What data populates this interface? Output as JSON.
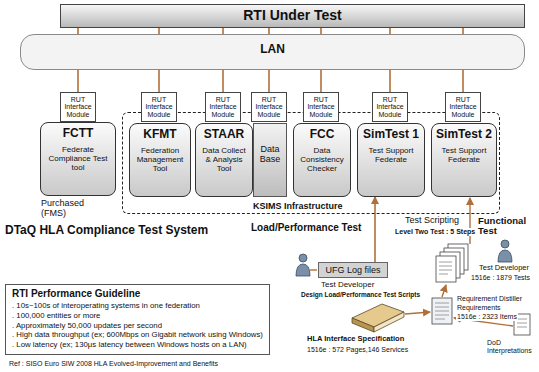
{
  "diagram": {
    "title": "DTaQ HLA Compliance Test System",
    "nodes": [
      {
        "text": [
          "RTI Under Test"
        ]
      },
      {
        "text": [
          "LAN"
        ]
      },
      {
        "text": [
          "RUT Interface Module"
        ]
      },
      {
        "text": [
          "RUT Interface Module"
        ]
      },
      {
        "text": [
          "RUT Interface Module"
        ]
      },
      {
        "text": [
          "RUT Interface Module"
        ]
      },
      {
        "text": [
          "RUT Interface Module"
        ]
      },
      {
        "text": [
          "RUT Interface Module"
        ]
      },
      {
        "text": [
          "RUT Interface Module"
        ]
      },
      {
        "text": [
          "FCTT",
          "Federate Compliance Test tool"
        ]
      },
      {
        "text": [
          "KSIMS Infrastructure"
        ]
      },
      {
        "text": [
          "KFMT",
          "Federation Management Tool"
        ],
        "in": 10
      },
      {
        "text": [
          "STAAR",
          "Data Collect & Analysis Tool"
        ],
        "in": 10
      },
      {
        "text": [
          "Data Base"
        ],
        "in": 10
      },
      {
        "text": [
          "FCC",
          "Data Consistency Checker"
        ],
        "in": 10
      },
      {
        "text": [
          "SimTest 1",
          "Test Support Federate"
        ],
        "in": 10
      },
      {
        "text": [
          "SimTest 2",
          "Test Support Federate"
        ],
        "in": 10
      },
      {
        "text": [
          "UFG Log files"
        ]
      },
      {
        "text": [
          "RTI Performance Guideline",
          ". 10s~100s of interoperating systems in one federation",
          ". 100,000 entities or more",
          ". Approximately 50,000 updates per second",
          ". High data throughput (ex; 600Mbps on Gigabit network using Windows)",
          ". Low latency (ex; 130μs latency between Windows hosts on a LAN)"
        ]
      }
    ],
    "edges": [
      {
        "from": 0,
        "to": 1,
        "arrow": "none"
      },
      {
        "from": 0,
        "to": 1,
        "arrow": "none"
      },
      {
        "from": 0,
        "to": 1,
        "arrow": "none"
      },
      {
        "from": 0,
        "to": 1,
        "arrow": "none"
      },
      {
        "from": 0,
        "to": 1,
        "arrow": "none"
      },
      {
        "from": 0,
        "to": 1,
        "arrow": "none"
      },
      {
        "from": 0,
        "to": 1,
        "arrow": "none"
      },
      {
        "from": 1,
        "to": 2,
        "arrow": "none"
      },
      {
        "from": 1,
        "to": 3,
        "arrow": "none"
      },
      {
        "from": 1,
        "to": 4,
        "arrow": "none"
      },
      {
        "from": 1,
        "to": 5,
        "arrow": "none"
      },
      {
        "from": 1,
        "to": 6,
        "arrow": "none"
      },
      {
        "from": 1,
        "to": 7,
        "arrow": "none"
      },
      {
        "from": 1,
        "to": 8,
        "arrow": "none"
      },
      {
        "from": 17,
        "to": 15,
        "arrow": "to"
      }
    ],
    "labels": [
      "Purchased (FMS)",
      "Load/Performance Test",
      "Test Scripting",
      "Level Two Test : 5 Steps",
      "Functional Test",
      "Test Developer",
      "Design Load/Performance Test Scripts",
      "Test Developer",
      "1516e : 1879 Tests",
      "Requirement Distiller",
      "Requirements",
      "1516e : 2323 Items",
      "HLA Interface Specification",
      "1516e : 572 Pages,146 Services",
      "DoD Interpretations",
      "Ref : SISO Euro SIW 2008 HLA Evolved-Improvement and Benefits"
    ]
  }
}
